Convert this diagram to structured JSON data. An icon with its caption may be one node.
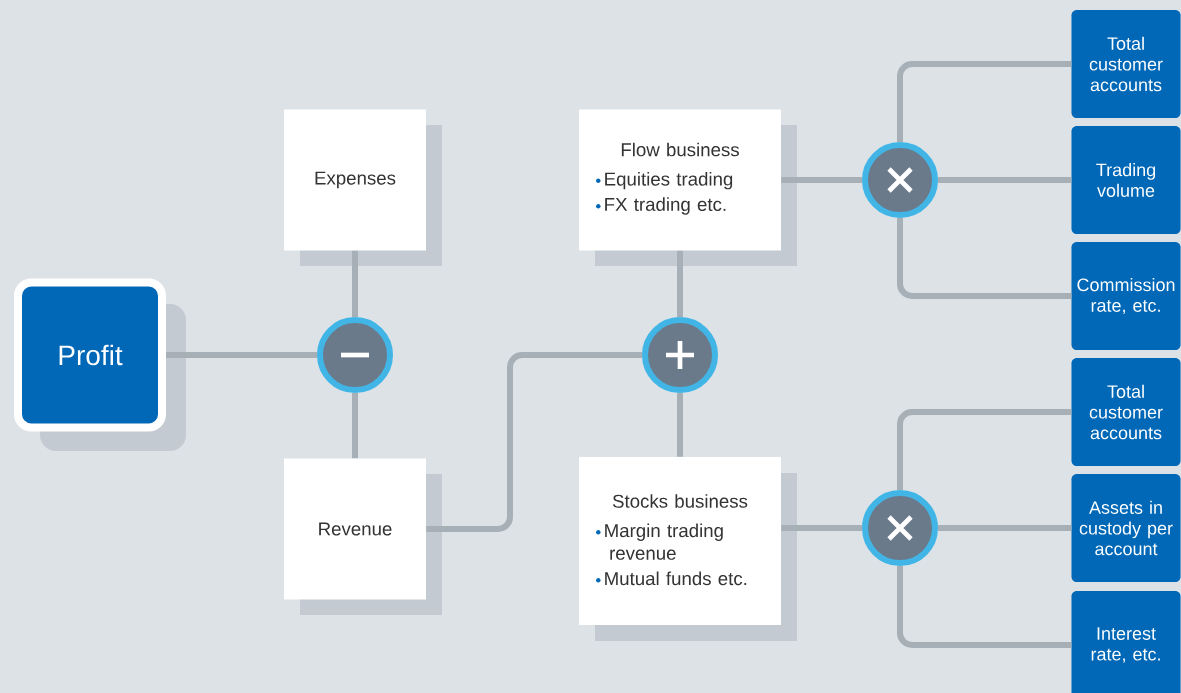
{
  "diagram": {
    "nodes": [
      {
        "text": [
          "Profit"
        ]
      },
      {
        "text": [
          "Expenses"
        ]
      },
      {
        "text": [],
        "shape": "circle"
      },
      {
        "text": [
          "Revenue"
        ]
      },
      {
        "text": [
          "Flow business",
          "Equities trading",
          "FX trading etc."
        ]
      },
      {
        "text": [],
        "shape": "circle"
      },
      {
        "text": [
          "Stocks business",
          "Margin trading revenue",
          "Mutual funds etc."
        ]
      },
      {
        "text": [],
        "shape": "circle"
      },
      {
        "text": [],
        "shape": "circle"
      },
      {
        "text": [
          "Total customer accounts"
        ]
      },
      {
        "text": [
          "Trading volume"
        ]
      },
      {
        "text": [
          "Commission rate, etc."
        ]
      },
      {
        "text": [
          "Total customer accounts"
        ]
      },
      {
        "text": [
          "Assets in custody per account"
        ]
      },
      {
        "text": [
          "Interest rate, etc."
        ]
      }
    ],
    "edges": [
      {
        "from": 2,
        "to": 0,
        "arrow": "none"
      },
      {
        "from": 2,
        "to": 1,
        "arrow": "none"
      },
      {
        "from": 2,
        "to": 3,
        "arrow": "none"
      },
      {
        "from": 5,
        "to": 3,
        "arrow": "none"
      },
      {
        "from": 5,
        "to": 4,
        "arrow": "none"
      },
      {
        "from": 5,
        "to": 6,
        "arrow": "none"
      },
      {
        "from": 7,
        "to": 4,
        "arrow": "none"
      },
      {
        "from": 8,
        "to": 6,
        "arrow": "none"
      },
      {
        "from": 7,
        "to": 9,
        "arrow": "none"
      },
      {
        "from": 7,
        "to": 10,
        "arrow": "none"
      },
      {
        "from": 7,
        "to": 11,
        "arrow": "none"
      },
      {
        "from": 8,
        "to": 12,
        "arrow": "none"
      },
      {
        "from": 8,
        "to": 13,
        "arrow": "none"
      },
      {
        "from": 8,
        "to": 14,
        "arrow": "none"
      }
    ]
  }
}
